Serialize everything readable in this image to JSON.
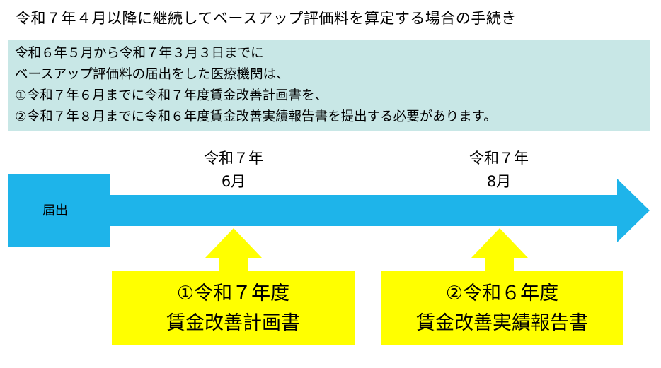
{
  "title": "令和７年４月以降に継続してベースアップ評価料を算定する場合の手続き",
  "notice": {
    "lines": [
      "令和６年５月から令和７年３月３日までに",
      "ベースアップ評価料の届出をした医療機関は、",
      "①令和７年６月までに令和７年度賃金改善計画書を、",
      "②令和７年８月までに令和６年度賃金改善実績報告書を提出する必要があります。"
    ]
  },
  "timeline": {
    "start_label": "届出",
    "milestones": [
      {
        "year": "令和７年",
        "month": "6月"
      },
      {
        "year": "令和７年",
        "month": "8月"
      }
    ],
    "documents": [
      {
        "line1": "①令和７年度",
        "line2": "賃金改善計画書"
      },
      {
        "line1": "②令和６年度",
        "line2": "賃金改善実績報告書"
      }
    ]
  },
  "colors": {
    "timeline_arrow": "#1eb4ea",
    "document_box": "#ffff00",
    "pointer_arrow": "#ffff00",
    "notice_background": "#c8e7e6"
  }
}
